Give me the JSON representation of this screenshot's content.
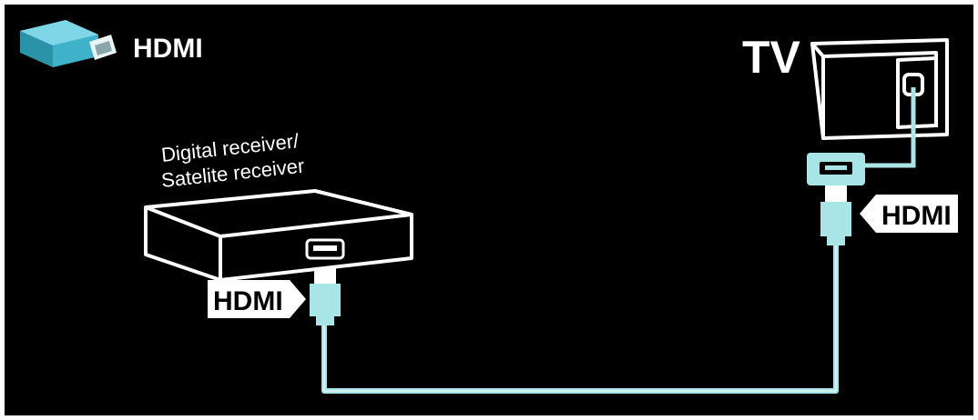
{
  "header": {
    "hdmi_title": "HDMI",
    "tv_title": "TV"
  },
  "receiver": {
    "label_line1": "Digital receiver/",
    "label_line2": "Satelite receiver",
    "connector_label": "HDMI"
  },
  "tv": {
    "connector_label": "HDMI"
  },
  "icons": {
    "hdmi_plug": "hdmi-plug-icon",
    "tv": "tv-icon",
    "receiver": "receiver-box-icon"
  },
  "colors": {
    "background": "#000000",
    "frame": "#ffffff",
    "cable": "#a9e4e7",
    "cable_highlight": "#dff7f8",
    "device_outline": "#ffffff",
    "label_box": "#ffffff",
    "label_text": "#000000",
    "hdmi_icon": "#4fc3d9",
    "hdmi_icon_dark": "#2a93a8"
  }
}
